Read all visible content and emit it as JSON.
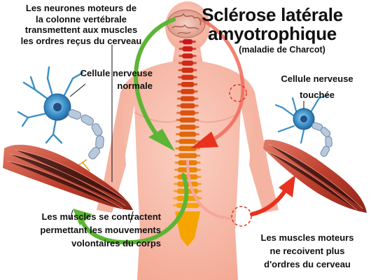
{
  "title": {
    "lines": [
      "Sclérose latérale",
      "amyotrophique"
    ]
  },
  "subtitle": "(maladie de Charcot)",
  "labels": {
    "motor_neurons": [
      "Les neurones moteurs de",
      "la colonne vertébrale",
      "transmettent aux muscles",
      "les ordres reçus du cerveau"
    ],
    "normal_cell": [
      "Cellule nerveuse",
      "normale"
    ],
    "affected_cell": [
      "Cellule nerveuse",
      "touchée"
    ],
    "muscles_contract": [
      "Les muscles se contractent",
      "permettant les mouvements",
      "volontaires du corps"
    ],
    "motor_muscles": [
      "Les muscles moteurs",
      "ne recoivent plus",
      "d'ordres du cerveau"
    ]
  },
  "colors": {
    "skin": "#f7b9a8",
    "spine_top": "#d0201c",
    "spine_bottom": "#f5a000",
    "healthy_arrow": "#5cb534",
    "damaged_arrow": "#e8311f",
    "muscle": "#c44a3a",
    "neuron_body": "#3a8fc8"
  },
  "icons": {
    "brain": "brain-icon",
    "spine": "spine-icon",
    "neuron": "neuron-icon",
    "muscle": "muscle-icon",
    "damage_marker": "dashed-circle-icon"
  }
}
